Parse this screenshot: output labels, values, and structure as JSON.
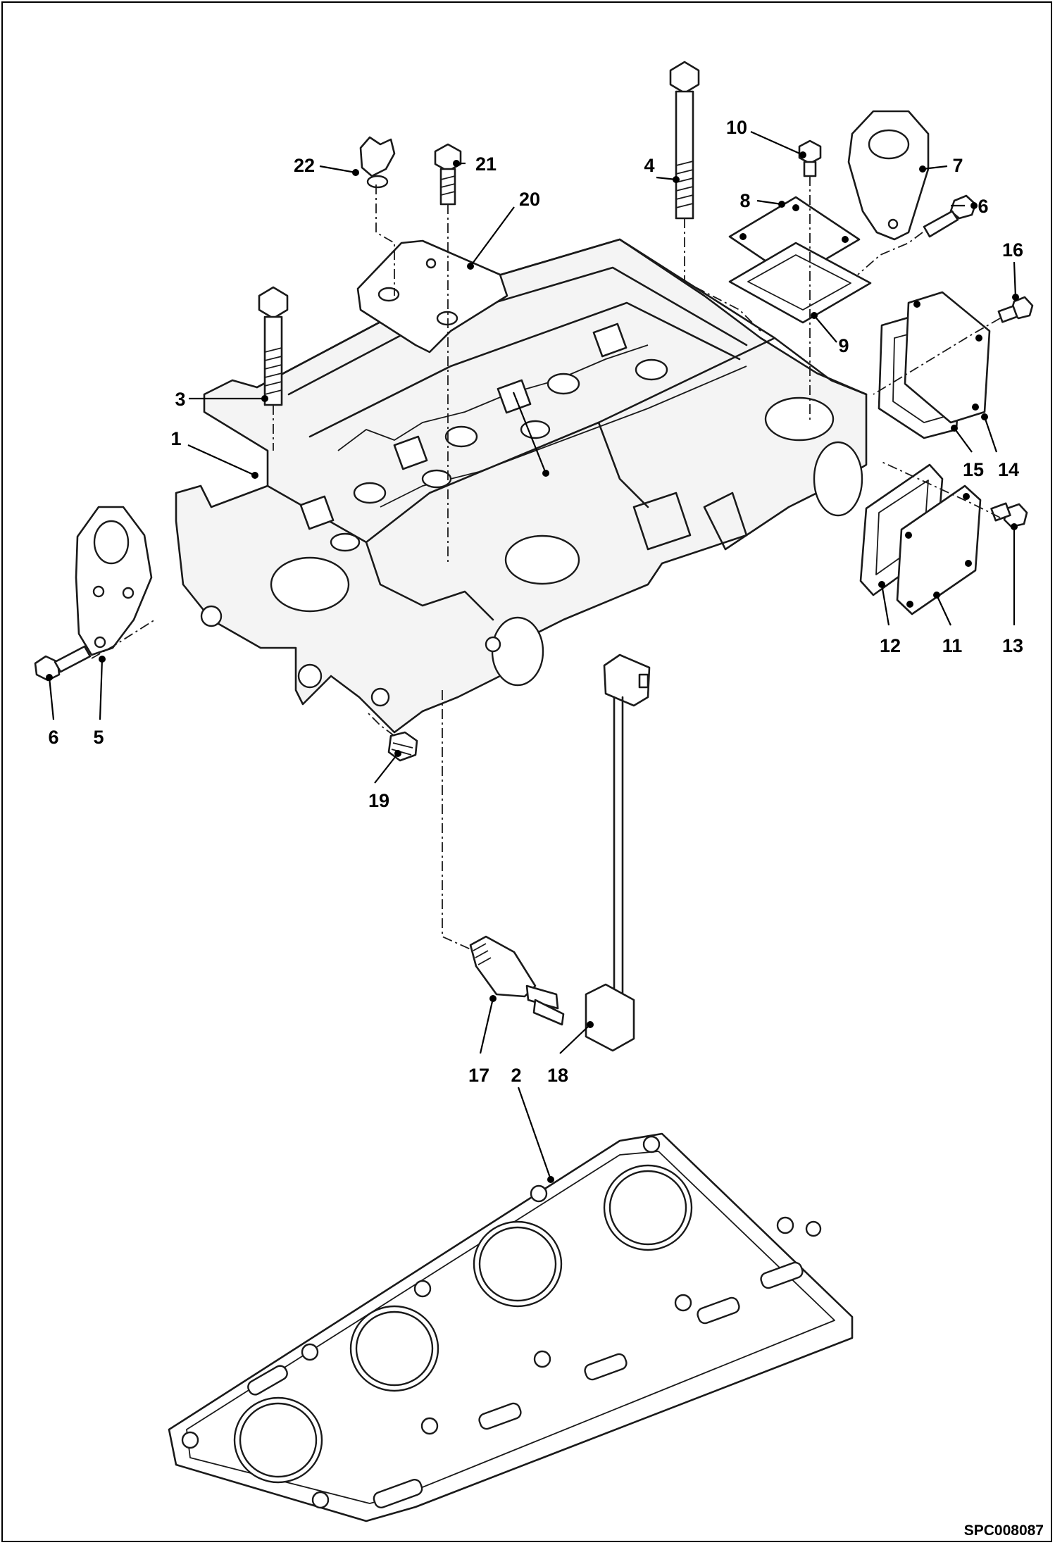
{
  "callouts": [
    {
      "id": "c1",
      "label": "1"
    },
    {
      "id": "c2",
      "label": "2"
    },
    {
      "id": "c3",
      "label": "3"
    },
    {
      "id": "c4",
      "label": "4"
    },
    {
      "id": "c5",
      "label": "5"
    },
    {
      "id": "c6a",
      "label": "6"
    },
    {
      "id": "c6b",
      "label": "6"
    },
    {
      "id": "c7",
      "label": "7"
    },
    {
      "id": "c8",
      "label": "8"
    },
    {
      "id": "c9",
      "label": "9"
    },
    {
      "id": "c10",
      "label": "10"
    },
    {
      "id": "c11",
      "label": "11"
    },
    {
      "id": "c12",
      "label": "12"
    },
    {
      "id": "c13",
      "label": "13"
    },
    {
      "id": "c14",
      "label": "14"
    },
    {
      "id": "c15",
      "label": "15"
    },
    {
      "id": "c16",
      "label": "16"
    },
    {
      "id": "c17",
      "label": "17"
    },
    {
      "id": "c18",
      "label": "18"
    },
    {
      "id": "c19",
      "label": "19"
    },
    {
      "id": "c20",
      "label": "20"
    },
    {
      "id": "c21",
      "label": "21"
    },
    {
      "id": "c22",
      "label": "22"
    }
  ],
  "figure_code": "SPC008087"
}
